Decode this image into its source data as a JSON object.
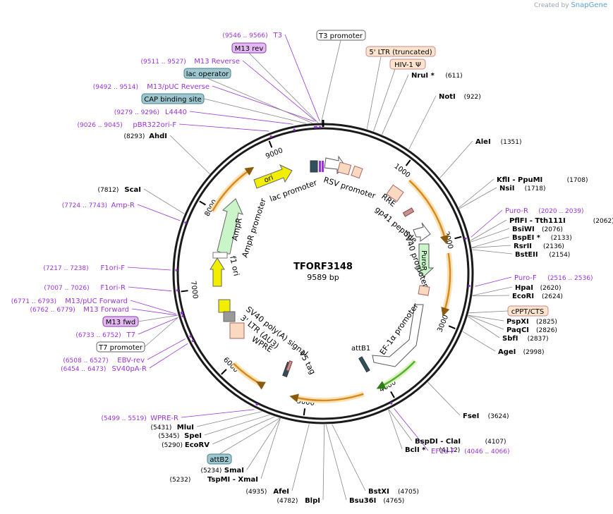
{
  "watermark": {
    "prefix": "Created by",
    "brand": "SnapGene"
  },
  "plasmid": {
    "name": "TFORF3148",
    "size_label": "9589 bp",
    "length": 9589
  },
  "ticks": [
    {
      "pos": 1000,
      "label": "1000"
    },
    {
      "pos": 2000,
      "label": "2000"
    },
    {
      "pos": 3000,
      "label": "3000"
    },
    {
      "pos": 4000,
      "label": "4000"
    },
    {
      "pos": 5000,
      "label": "5000"
    },
    {
      "pos": 6000,
      "label": "6000"
    },
    {
      "pos": 7000,
      "label": "7000"
    },
    {
      "pos": 8000,
      "label": "8000"
    },
    {
      "pos": 9000,
      "label": "9000"
    }
  ],
  "arcs": [
    {
      "from": 1140,
      "to": 1990,
      "dir": 1,
      "color": "#d68a1f",
      "name": "arc-1"
    },
    {
      "from": 2150,
      "to": 2870,
      "dir": 1,
      "color": "#d68a1f",
      "name": "arc-2"
    },
    {
      "from": 4300,
      "to": 5150,
      "dir": 1,
      "color": "#d68a1f",
      "name": "arc-3"
    },
    {
      "from": 5590,
      "to": 5990,
      "dir": -1,
      "color": "#d68a1f",
      "name": "arc-4"
    },
    {
      "from": 7980,
      "to": 8660,
      "dir": 1,
      "color": "#d68a1f",
      "name": "arc-5"
    },
    {
      "from": 3560,
      "to": 4080,
      "dir": 1,
      "color": "#55b030",
      "name": "arc-6"
    }
  ],
  "features": [
    {
      "label": "T3 promoter",
      "style": "box-white"
    },
    {
      "label": "5' LTR (truncated)",
      "style": "box-orange"
    },
    {
      "label": "HIV-1 Ψ",
      "style": "box-orange"
    },
    {
      "label": "M13 rev",
      "style": "box-purple"
    },
    {
      "label": "lac operator",
      "style": "box-teal"
    },
    {
      "label": "CAP binding site",
      "style": "box-teal"
    },
    {
      "label": "cPPT/CTS",
      "style": "box-orange"
    },
    {
      "label": "M13 fwd",
      "style": "box-purple"
    },
    {
      "label": "T7 promoter",
      "style": "box-white"
    },
    {
      "label": "attB2",
      "style": "box-teal"
    }
  ],
  "sites": [
    {
      "label": "NruI *",
      "range": "(611)"
    },
    {
      "label": "NotI",
      "range": "(922)"
    },
    {
      "label": "AleI",
      "range": "(1351)"
    },
    {
      "label": "KflI   - PpuMI",
      "range": "(1708)"
    },
    {
      "label": "NsiI",
      "range": "(1718)"
    },
    {
      "label": "PflFI   - Tth111I",
      "range": "(2062)"
    },
    {
      "label": "BsiWI",
      "range": "(2076)"
    },
    {
      "label": "BspEI *",
      "range": "(2133)"
    },
    {
      "label": "RsrII",
      "range": "(2136)"
    },
    {
      "label": "BstEII",
      "range": "(2154)"
    },
    {
      "label": "HpaI",
      "range": "(2620)"
    },
    {
      "label": "EcoRI",
      "range": "(2624)"
    },
    {
      "label": "PspXI",
      "range": "(2825)"
    },
    {
      "label": "PaqCI",
      "range": "(2826)"
    },
    {
      "label": "SbfI",
      "range": "(2837)"
    },
    {
      "label": "AgeI",
      "range": "(2998)"
    },
    {
      "label": "FseI",
      "range": "(3624)"
    },
    {
      "label": "BspDI   - ClaI",
      "range": "(4107)"
    },
    {
      "label": "BclI *",
      "range": "(4112)"
    },
    {
      "label": "BstXI",
      "range": "(4705)"
    },
    {
      "label": "Bsu36I",
      "range": "(4765)"
    },
    {
      "label": "AfeI",
      "range": "(4935)"
    },
    {
      "label": "BlpI",
      "range": "(4782)"
    },
    {
      "label": "TspMI   - XmaI",
      "range": "(5232)"
    },
    {
      "label": "SmaI",
      "range": "(5234)"
    },
    {
      "label": "EcoRV",
      "range": "(5290)"
    },
    {
      "label": "SpeI",
      "range": "(5345)"
    },
    {
      "label": "MluI",
      "range": "(5431)"
    },
    {
      "label": "ScaI",
      "range": "(7812)"
    },
    {
      "label": "AhdI",
      "range": "(8293)"
    }
  ],
  "primers": [
    {
      "label": "T3",
      "range": "(9546 .. 9566)"
    },
    {
      "label": "M13 Reverse",
      "range": "(9511 .. 9527)"
    },
    {
      "label": "M13/pUC Reverse",
      "range": "(9492 .. 9514)"
    },
    {
      "label": "L4440",
      "range": "(9279 .. 9296)"
    },
    {
      "label": "pBR322ori-F",
      "range": "(9026 .. 9045)"
    },
    {
      "label": "Amp-R",
      "range": "(7724 .. 7743)"
    },
    {
      "label": "F1ori-F",
      "range": "(7217 .. 7238)"
    },
    {
      "label": "F1ori-R",
      "range": "(7007 .. 7026)"
    },
    {
      "label": "M13/pUC Forward",
      "range": "(6771 .. 6793)"
    },
    {
      "label": "M13 Forward",
      "range": "(6762 .. 6779)"
    },
    {
      "label": "T7",
      "range": "(6733 .. 6752)"
    },
    {
      "label": "EBV-rev",
      "range": "(6508 .. 6527)"
    },
    {
      "label": "SV40pA-R",
      "range": "(6454 .. 6473)"
    },
    {
      "label": "WPRE-R",
      "range": "(5499 .. 5519)"
    },
    {
      "label": "Puro-R",
      "range": "(2020 .. 2039)"
    },
    {
      "label": "Puro-F",
      "range": "(2516 .. 2536)"
    },
    {
      "label": "EF1a-F",
      "range": "(4046 .. 4066)"
    }
  ],
  "inner_labels": [
    {
      "text": "ori"
    },
    {
      "text": "lac promoter"
    },
    {
      "text": "RSV promoter"
    },
    {
      "text": "RRE"
    },
    {
      "text": "gp41 peptide"
    },
    {
      "text": "SV40 promoter"
    },
    {
      "text": "PuroR"
    },
    {
      "text": "EF-1α promoter"
    },
    {
      "text": "attB1"
    },
    {
      "text": "V5 tag"
    },
    {
      "text": "WPRE"
    },
    {
      "text": "3' LTR (ΔU3)"
    },
    {
      "text": "SV40 poly(A) signal"
    },
    {
      "text": "f1 ori"
    },
    {
      "text": "AmpR"
    },
    {
      "text": "AmpR promoter"
    }
  ]
}
